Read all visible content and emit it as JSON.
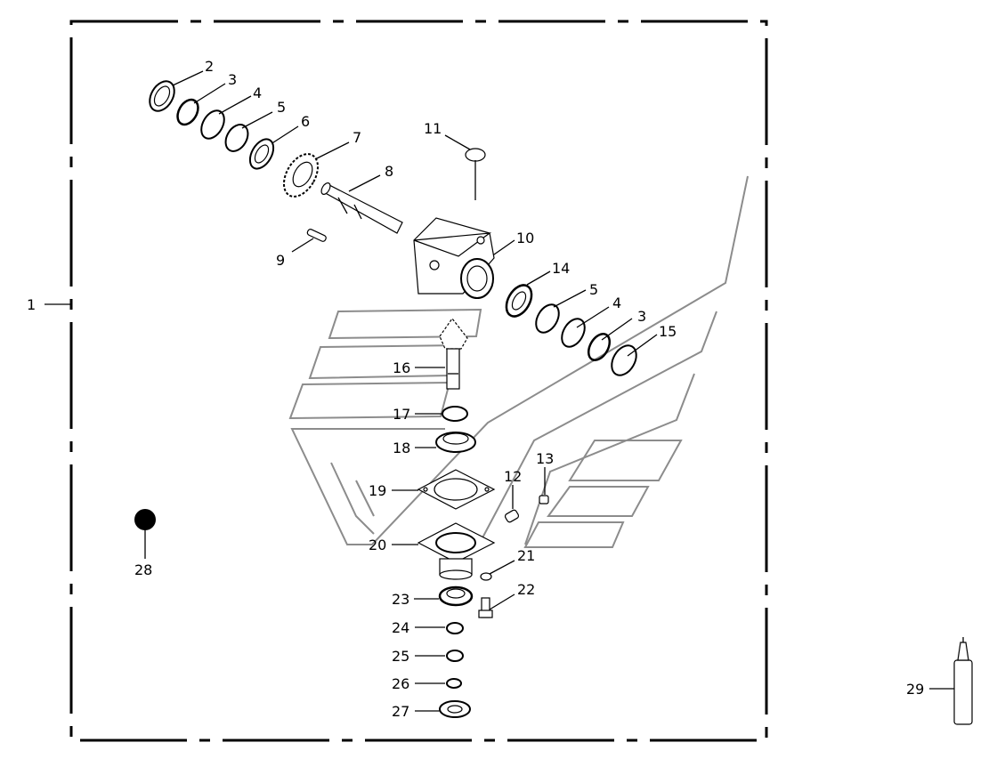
{
  "labels": {
    "p1": "1",
    "p2": "2",
    "p3": "3",
    "p4": "4",
    "p5": "5",
    "p6": "6",
    "p7": "7",
    "p8": "8",
    "p9": "9",
    "p10": "10",
    "p11": "11",
    "p12": "12",
    "p13": "13",
    "p14": "14",
    "p5b": "5",
    "p4b": "4",
    "p3b": "3",
    "p15": "15",
    "p16": "16",
    "p17": "17",
    "p18": "18",
    "p19": "19",
    "p20": "20",
    "p21": "21",
    "p22": "22",
    "p23": "23",
    "p24": "24",
    "p25": "25",
    "p26": "26",
    "p27": "27",
    "p28": "28",
    "p29": "29"
  }
}
